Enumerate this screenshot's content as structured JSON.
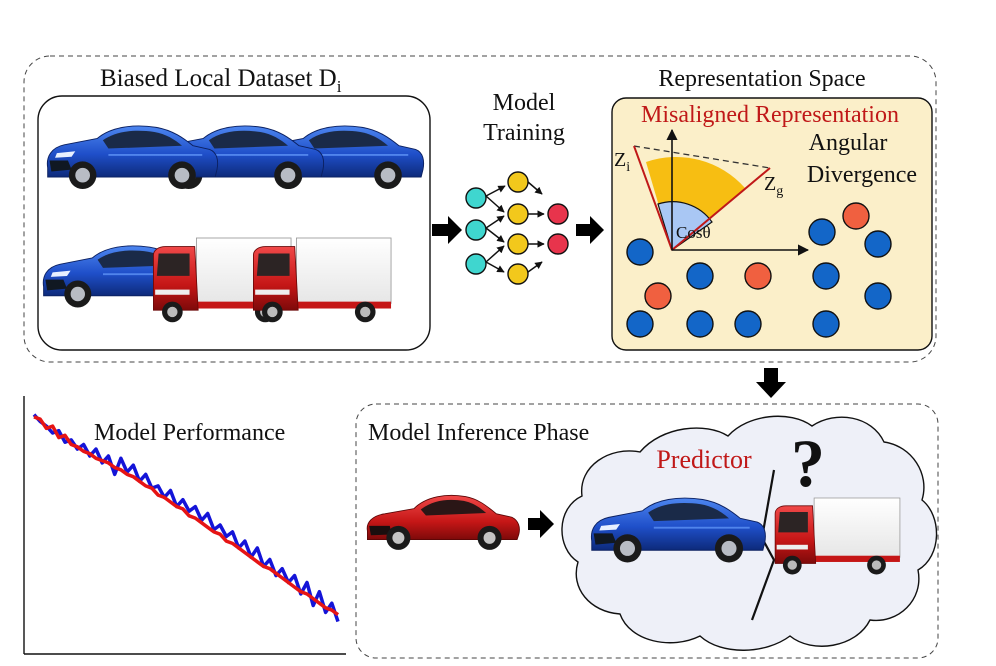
{
  "top_panel": {
    "dataset_title": "Biased Local Dataset D",
    "dataset_sub": "i",
    "training_line1": "Model",
    "training_line2": "Training",
    "rep_title": "Representation Space",
    "misaligned": "Misaligned Representation",
    "angular_line1": "Angular",
    "angular_line2": "Divergence",
    "zi_main": "Z",
    "zi_sub": "i",
    "zg_main": "Z",
    "zg_sub": "g",
    "cos": "Cosθ"
  },
  "performance": {
    "title": "Model Performance",
    "series_blue": [
      0.98,
      0.95,
      0.93,
      0.9,
      0.91,
      0.86,
      0.87,
      0.83,
      0.85,
      0.8,
      0.83,
      0.77,
      0.8,
      0.72,
      0.79,
      0.73,
      0.76,
      0.69,
      0.72,
      0.66,
      0.67,
      0.62,
      0.65,
      0.58,
      0.61,
      0.56,
      0.58,
      0.52,
      0.55,
      0.48,
      0.5,
      0.45,
      0.47,
      0.4,
      0.43,
      0.36,
      0.4,
      0.32,
      0.35,
      0.28,
      0.31,
      0.25,
      0.28,
      0.2,
      0.25,
      0.15,
      0.21,
      0.12,
      0.16,
      0.08
    ],
    "series_red": [
      0.97,
      0.96,
      0.92,
      0.93,
      0.88,
      0.89,
      0.85,
      0.84,
      0.82,
      0.81,
      0.79,
      0.78,
      0.77,
      0.75,
      0.74,
      0.72,
      0.71,
      0.69,
      0.67,
      0.66,
      0.63,
      0.62,
      0.6,
      0.58,
      0.57,
      0.54,
      0.53,
      0.51,
      0.49,
      0.47,
      0.46,
      0.43,
      0.42,
      0.4,
      0.38,
      0.36,
      0.34,
      0.32,
      0.31,
      0.29,
      0.27,
      0.25,
      0.23,
      0.21,
      0.2,
      0.18,
      0.16,
      0.14,
      0.13,
      0.11
    ]
  },
  "inference": {
    "title": "Model Inference Phase",
    "predictor": "Predictor",
    "question": "?"
  },
  "colors": {
    "blue_car": "#1f4fc9",
    "red_truck": "#d81e1e",
    "red_text": "#c01818",
    "node_blue": "#1366c8",
    "node_orange": "#f06040",
    "rep_bg": "#fbefc9",
    "sector_gold": "#f7be12",
    "sector_blue": "#a9c7f4",
    "nn_cyan": "#3fd6cf",
    "nn_yellow": "#f2c81c",
    "nn_red": "#e8344c"
  }
}
